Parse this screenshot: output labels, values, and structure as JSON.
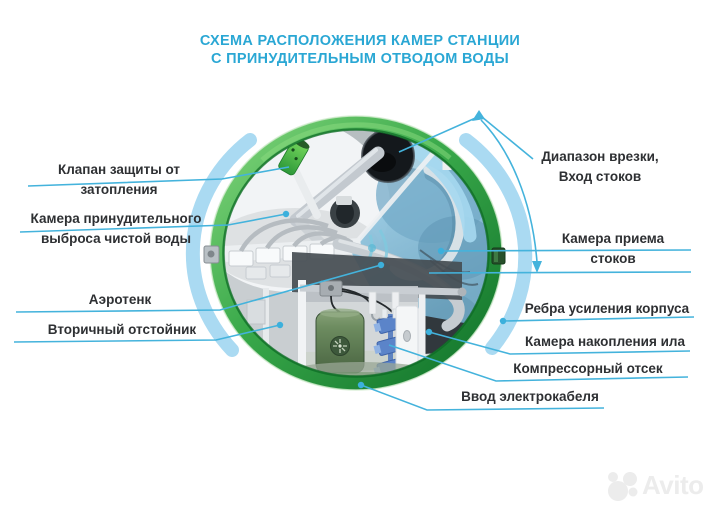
{
  "title": {
    "text": "СХЕМА РАСПОЛОЖЕНИЯ КАМЕР СТАНЦИИ\nС ПРИНУДИТЕЛЬНЫМ ОТВОДОМ ВОДЫ"
  },
  "callouts": {
    "left": [
      {
        "id": "flood-protection-valve",
        "label": "Клапан защиты от\nзатопления"
      },
      {
        "id": "forced-clean-water-discharge-chamber",
        "label": "Камера принудительного\nвыброса чистой воды"
      },
      {
        "id": "aerotank",
        "label": "Аэротенк"
      },
      {
        "id": "secondary-settler",
        "label": "Вторичный отстойник"
      }
    ],
    "right": [
      {
        "id": "inlet-tie-in-range",
        "label": "Диапазон врезки,\nВход стоков"
      },
      {
        "id": "sewage-inlet-chamber",
        "label": "Камера приема\nстоков"
      },
      {
        "id": "hull-stiffening-ribs",
        "label": "Ребра усиления корпуса"
      },
      {
        "id": "sludge-accumulation-chamber",
        "label": "Камера накопления ила"
      },
      {
        "id": "compressor-compartment",
        "label": "Компрессорный отсек"
      },
      {
        "id": "electric-cable-entry",
        "label": "Ввод электрокабеля"
      }
    ]
  },
  "watermark": {
    "brand": "Avito"
  },
  "colors": {
    "title": "#2aa7d4",
    "callout_line": "#44b3dc",
    "accent_arc": "#a9daf2",
    "shell_green": "#2f9e3f",
    "water_blue": "#85bedb",
    "label_text": "#2e3033"
  }
}
